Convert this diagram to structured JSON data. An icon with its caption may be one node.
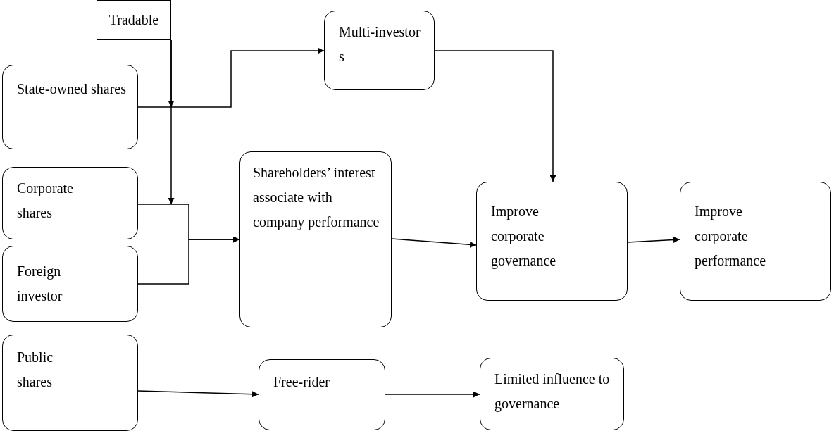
{
  "diagram": {
    "nodes": [
      {
        "text": [
          "Tradable"
        ]
      },
      {
        "text": [
          "State-owned shares"
        ]
      },
      {
        "text": [
          "Multi-investors"
        ]
      },
      {
        "text": [
          "Corporate shares"
        ]
      },
      {
        "text": [
          "Foreign investor"
        ]
      },
      {
        "text": [
          "Shareholders’ interest associate with company performance"
        ]
      },
      {
        "text": [
          "Improve corporate governance"
        ]
      },
      {
        "text": [
          "Improve corporate performance"
        ]
      },
      {
        "text": [
          "Public shares"
        ]
      },
      {
        "text": [
          "Free-rider"
        ]
      },
      {
        "text": [
          "Limited influence to governance"
        ]
      }
    ],
    "edges": [
      {
        "from": 1,
        "to": 2,
        "arrow": "to"
      },
      {
        "from": 0,
        "to": null,
        "arrow": "to"
      },
      {
        "from": 0,
        "to": null,
        "arrow": "to"
      },
      {
        "from": 3,
        "to": 5,
        "arrow": "to"
      },
      {
        "from": 4,
        "to": 5,
        "arrow": "to"
      },
      {
        "from": 2,
        "to": 6,
        "arrow": "to"
      },
      {
        "from": 5,
        "to": 6,
        "arrow": "to"
      },
      {
        "from": 6,
        "to": 7,
        "arrow": "to"
      },
      {
        "from": 8,
        "to": 9,
        "arrow": "to"
      },
      {
        "from": 9,
        "to": 10,
        "arrow": "to"
      }
    ]
  }
}
